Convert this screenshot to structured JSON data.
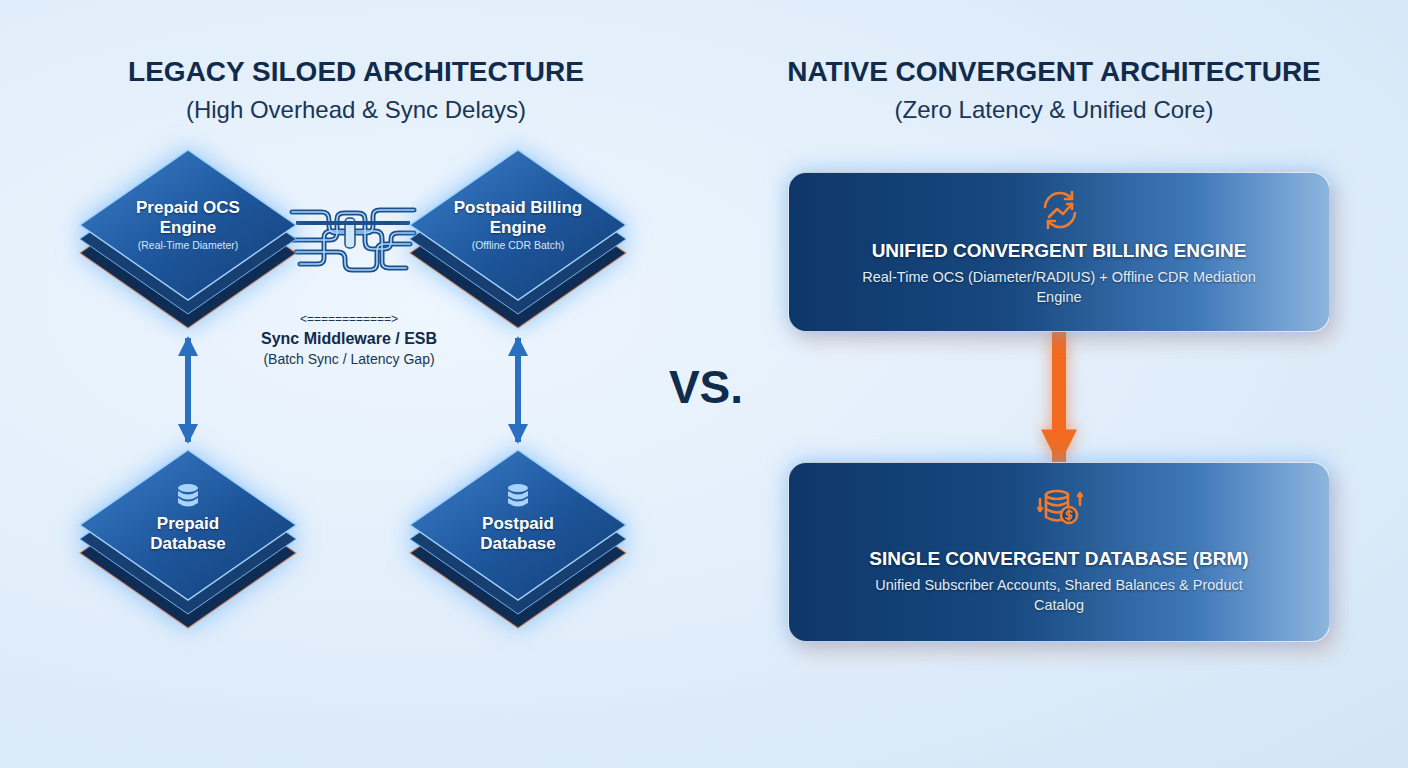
{
  "diagram": {
    "nodes": [
      {
        "text": [
          "Prepaid OCS Engine",
          "(Real-Time Diameter)"
        ]
      },
      {
        "text": [
          "Postpaid Billing Engine",
          "(Offline CDR Batch)"
        ]
      },
      {
        "text": [
          "Prepaid Database"
        ]
      },
      {
        "text": [
          "Postpaid Database"
        ]
      },
      {
        "text": [
          "UNIFIED CONVERGENT BILLING ENGINE",
          "Real-Time OCS (Diameter/RADIUS) + Offline CDR Mediation Engine"
        ]
      },
      {
        "text": [
          "SINGLE CONVERGENT DATABASE (BRM)",
          "Unified Subscriber Accounts, Shared Balances & Product Catalog"
        ]
      }
    ],
    "edges": [
      {
        "from": 0,
        "to": 1,
        "arrow": "none"
      },
      {
        "from": 0,
        "to": 2,
        "arrow": "both"
      },
      {
        "from": 1,
        "to": 3,
        "arrow": "both"
      },
      {
        "from": 4,
        "to": 5,
        "arrow": "to"
      }
    ],
    "labels": [
      "LEGACY SILOED ARCHITECTURE",
      "(High Overhead & Sync Delays)",
      "NATIVE CONVERGENT ARCHITECTURE",
      "(Zero Latency & Unified Core)",
      "<============>",
      "Sync Middleware / ESB",
      "(Batch Sync / Latency Gap)",
      "VS."
    ]
  }
}
